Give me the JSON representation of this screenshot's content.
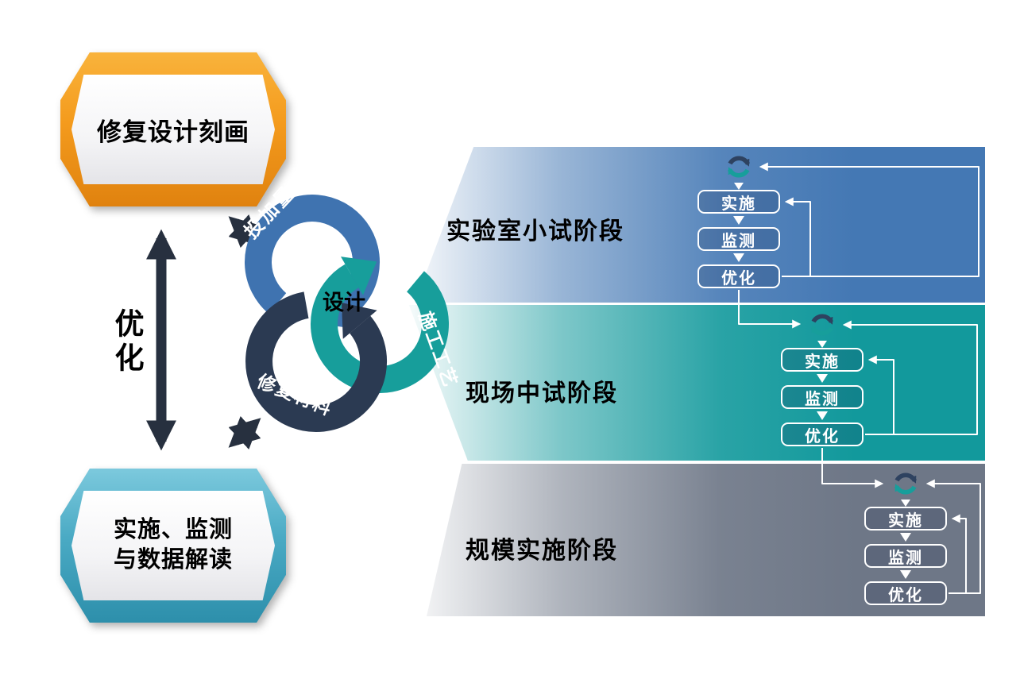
{
  "palette": {
    "band_lab": "#4478b4",
    "band_pilot": "#12999c",
    "band_scale": "#6e7787",
    "hex_top_box": "#f49b1d",
    "hex_bottom_box": "#4aaac4",
    "big_arrow": "#27303f",
    "step_box_border": "#ffffff"
  },
  "left_column": {
    "top_box_label": "修复设计刻画",
    "bottom_box_line1": "实施、监测",
    "bottom_box_line2": "与数据解读",
    "optimize_label": "优化"
  },
  "cycle": {
    "center_label": "设计",
    "arcs": [
      {
        "name": "dosage",
        "label": "投加量",
        "color": "#3f73b0"
      },
      {
        "name": "construction-process",
        "label": "施工工艺",
        "color": "#179e9b"
      },
      {
        "name": "remediation-material",
        "label": "修复材料",
        "color": "#2b3a52"
      }
    ]
  },
  "stages": [
    {
      "title": "实验室小试阶段",
      "steps": [
        "实施",
        "监测",
        "优化"
      ]
    },
    {
      "title": "现场中试阶段",
      "steps": [
        "实施",
        "监测",
        "优化"
      ]
    },
    {
      "title": "规模实施阶段",
      "steps": [
        "实施",
        "监测",
        "优化"
      ]
    }
  ]
}
